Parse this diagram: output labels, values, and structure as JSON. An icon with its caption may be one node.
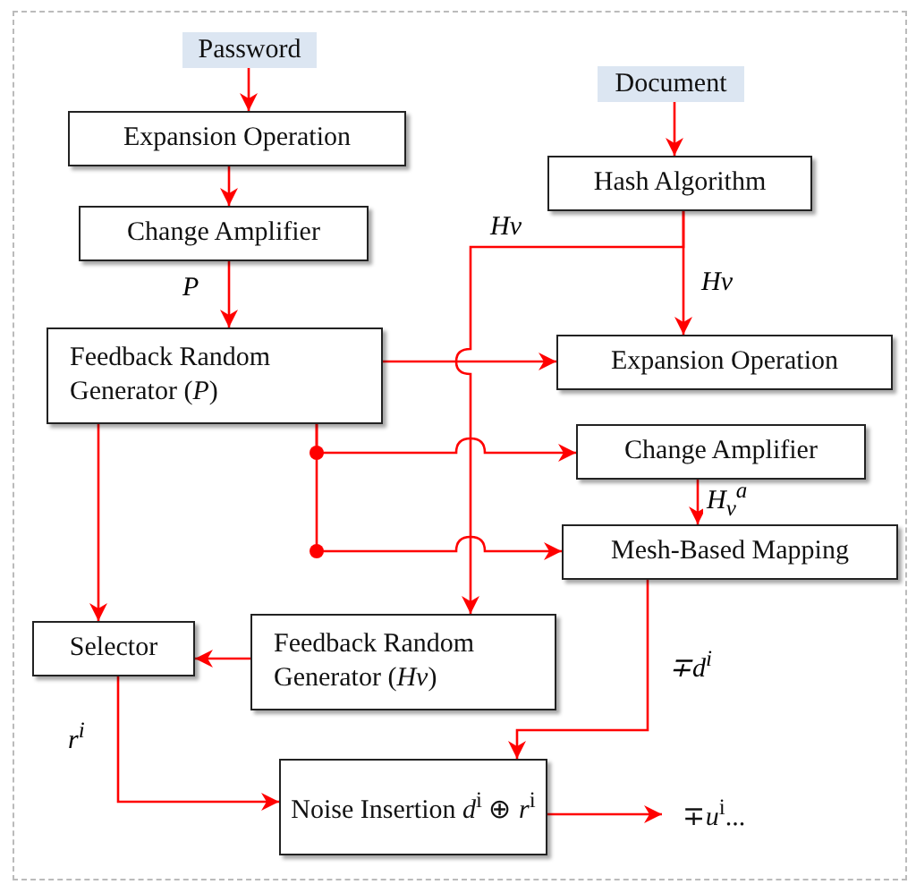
{
  "diagram": {
    "nodes": [
      {
        "text": [
          "Password"
        ]
      },
      {
        "text": [
          "Expansion Operation"
        ]
      },
      {
        "text": [
          "Change Amplifier"
        ]
      },
      {
        "text": [
          "Feedback Random Generator (*P*)"
        ]
      },
      {
        "text": [
          "Document"
        ]
      },
      {
        "text": [
          "Hash Algorithm"
        ]
      },
      {
        "text": [
          "Expansion Operation"
        ]
      },
      {
        "text": [
          "Change Amplifier"
        ]
      },
      {
        "text": [
          "Mesh-Based Mapping"
        ]
      },
      {
        "text": [
          "Selector"
        ]
      },
      {
        "text": [
          "Feedback Random Generator (*Hv*)"
        ]
      },
      {
        "text": [
          "Noise Insertion *d*$^{i}$ ⊕ *r*$^{i}$"
        ]
      },
      {
        "text": [
          "∓*u*$^{i}$..."
        ]
      }
    ],
    "edges": [
      {
        "from": 0,
        "to": 1,
        "arrow": "to"
      },
      {
        "from": 1,
        "to": 2,
        "arrow": "to"
      },
      {
        "from": 2,
        "to": 3,
        "arrow": "to",
        "label": "P"
      },
      {
        "from": 4,
        "to": 5,
        "arrow": "to"
      },
      {
        "from": 5,
        "to": 6,
        "arrow": "to",
        "label": "Hv"
      },
      {
        "from": 5,
        "to": 10,
        "arrow": "to",
        "label": "Hv"
      },
      {
        "from": 3,
        "to": 6,
        "arrow": "to"
      },
      {
        "from": 3,
        "to": 7,
        "arrow": "to"
      },
      {
        "from": 3,
        "to": 8,
        "arrow": "to"
      },
      {
        "from": 7,
        "to": 8,
        "arrow": "to",
        "label": "H$_{v}$$^{a}$"
      },
      {
        "from": 3,
        "to": 9,
        "arrow": "to"
      },
      {
        "from": 10,
        "to": 9,
        "arrow": "to"
      },
      {
        "from": 9,
        "to": 11,
        "arrow": "to",
        "label": "r$^{i}$"
      },
      {
        "from": 8,
        "to": 11,
        "arrow": "to",
        "label": "∓*d*$^{i}$"
      },
      {
        "from": 11,
        "to": 12,
        "arrow": "to"
      }
    ]
  }
}
